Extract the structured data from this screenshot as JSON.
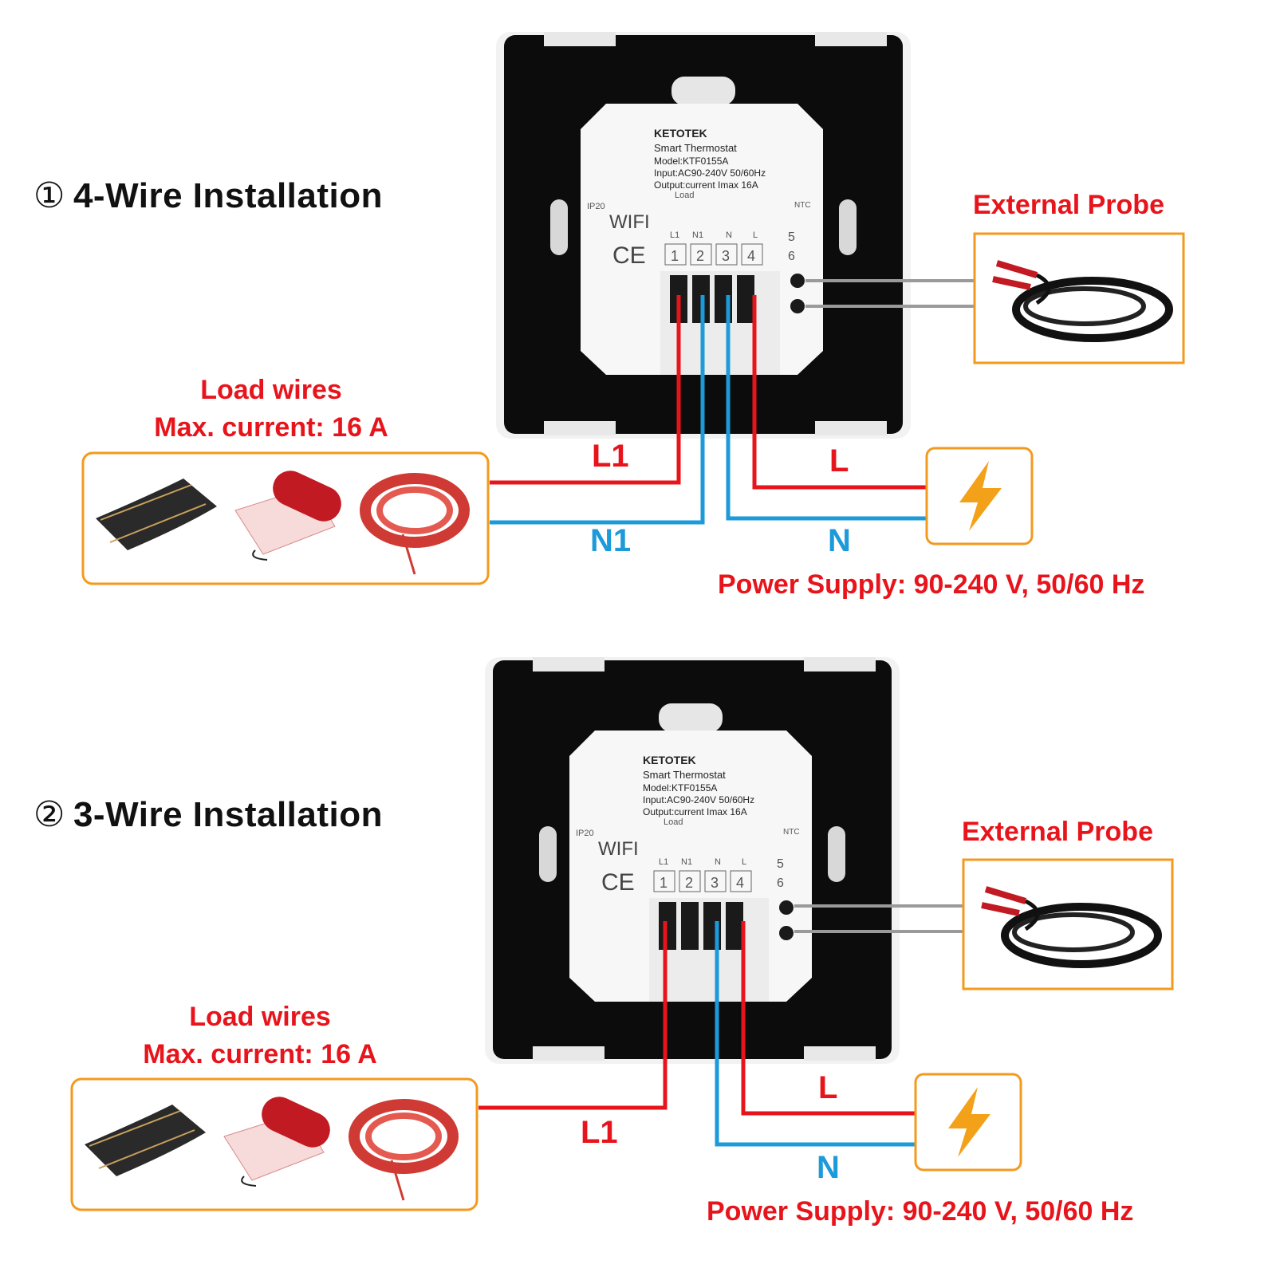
{
  "sections": [
    {
      "number": "①",
      "title": "4-Wire Installation",
      "load_label_1": "Load wires",
      "load_label_2": "Max. current: 16 A",
      "external_probe": "External Probe",
      "power_supply": "Power Supply: 90-240 V, 50/60 Hz",
      "wire_l1": "L1",
      "wire_n1": "N1",
      "wire_l": "L",
      "wire_n": "N"
    },
    {
      "number": "②",
      "title": "3-Wire Installation",
      "load_label_1": "Load wires",
      "load_label_2": "Max. current: 16 A",
      "external_probe": "External Probe",
      "power_supply": "Power Supply: 90-240 V, 50/60 Hz",
      "wire_l1": "L1",
      "wire_l": "L",
      "wire_n": "N"
    }
  ],
  "device_label": {
    "brand": "KETOTEK",
    "product": "Smart Thermostat",
    "model": "Model:KTF0155A",
    "input": "Input:AC90-240V 50/60Hz",
    "output": "Output:current Imax 16A",
    "load": "Load",
    "ntc": "NTC",
    "ip": "IP20",
    "wifi": "WIFI",
    "ce": "CE",
    "terminal_labels": [
      "L1",
      "N1",
      "N",
      "L"
    ],
    "terminal_numbers": [
      "1",
      "2",
      "3",
      "4"
    ],
    "probe_numbers": [
      "5",
      "6"
    ]
  },
  "colors": {
    "red_wire": "#e8141b",
    "blue_wire": "#1c9ad9",
    "probe_wire": "#9a9a9a",
    "frame": "#f39a1e",
    "bolt": "#f4a11a",
    "device_body": "#0c0c0c",
    "label_red": "#e8141b",
    "label_blue": "#1c9ad9"
  }
}
